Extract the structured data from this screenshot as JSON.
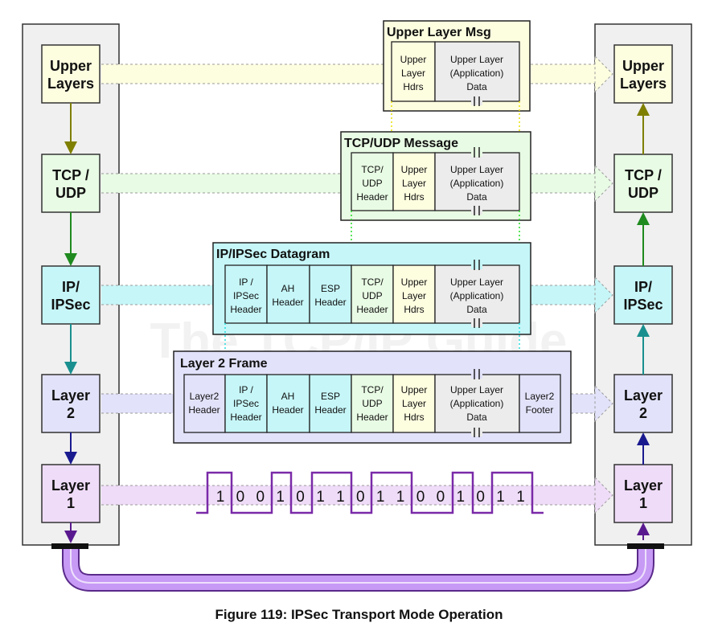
{
  "colors": {
    "upper": "#fdfde0",
    "tcp": "#e8fbe4",
    "ip": "#c6f6f8",
    "l2": "#e2e2fa",
    "l1": "#efdcf8",
    "data_gray": "#ececec",
    "stack_bg": "#f0f0f0",
    "cable": "#a46ee6",
    "signal": "#7a2aa8"
  },
  "left_stack": {
    "upper": [
      "Upper",
      "Layers"
    ],
    "tcp": [
      "TCP /",
      "UDP"
    ],
    "ip": [
      "IP/",
      "IPSec"
    ],
    "l2": [
      "Layer",
      "2"
    ],
    "l1": [
      "Layer",
      "1"
    ]
  },
  "right_stack": {
    "upper": [
      "Upper",
      "Layers"
    ],
    "tcp": [
      "TCP /",
      "UDP"
    ],
    "ip": [
      "IP/",
      "IPSec"
    ],
    "l2": [
      "Layer",
      "2"
    ],
    "l1": [
      "Layer",
      "1"
    ]
  },
  "packets": {
    "upper_msg": {
      "title": "Upper Layer Msg",
      "upper_hdrs": [
        "Upper",
        "Layer",
        "Hdrs"
      ],
      "data": [
        "Upper Layer",
        "(Application)",
        "Data"
      ]
    },
    "tcp_msg": {
      "title": "TCP/UDP Message",
      "tcp_header": [
        "TCP/",
        "UDP",
        "Header"
      ],
      "upper_hdrs": [
        "Upper",
        "Layer",
        "Hdrs"
      ],
      "data": [
        "Upper Layer",
        "(Application)",
        "Data"
      ]
    },
    "ip_datagram": {
      "title": "IP/IPSec Datagram",
      "ip_header": [
        "IP /",
        "IPSec",
        "Header"
      ],
      "ah_header": [
        "AH",
        "Header"
      ],
      "esp_header": [
        "ESP",
        "Header"
      ],
      "tcp_header": [
        "TCP/",
        "UDP",
        "Header"
      ],
      "upper_hdrs": [
        "Upper",
        "Layer",
        "Hdrs"
      ],
      "data": [
        "Upper Layer",
        "(Application)",
        "Data"
      ]
    },
    "l2_frame": {
      "title": "Layer 2 Frame",
      "l2_header": [
        "Layer2",
        "Header"
      ],
      "ip_header": [
        "IP /",
        "IPSec",
        "Header"
      ],
      "ah_header": [
        "AH",
        "Header"
      ],
      "esp_header": [
        "ESP",
        "Header"
      ],
      "tcp_header": [
        "TCP/",
        "UDP",
        "Header"
      ],
      "upper_hdrs": [
        "Upper",
        "Layer",
        "Hdrs"
      ],
      "data": [
        "Upper Layer",
        "(Application)",
        "Data"
      ],
      "l2_footer": [
        "Layer2",
        "Footer"
      ]
    }
  },
  "bits": [
    "1",
    "0",
    "0",
    "1",
    "0",
    "1",
    "1",
    "0",
    "1",
    "1",
    "0",
    "0",
    "1",
    "0",
    "1",
    "1"
  ],
  "watermark": "The TCP/IP Guide",
  "caption": "Figure 119: IPSec Transport Mode Operation"
}
